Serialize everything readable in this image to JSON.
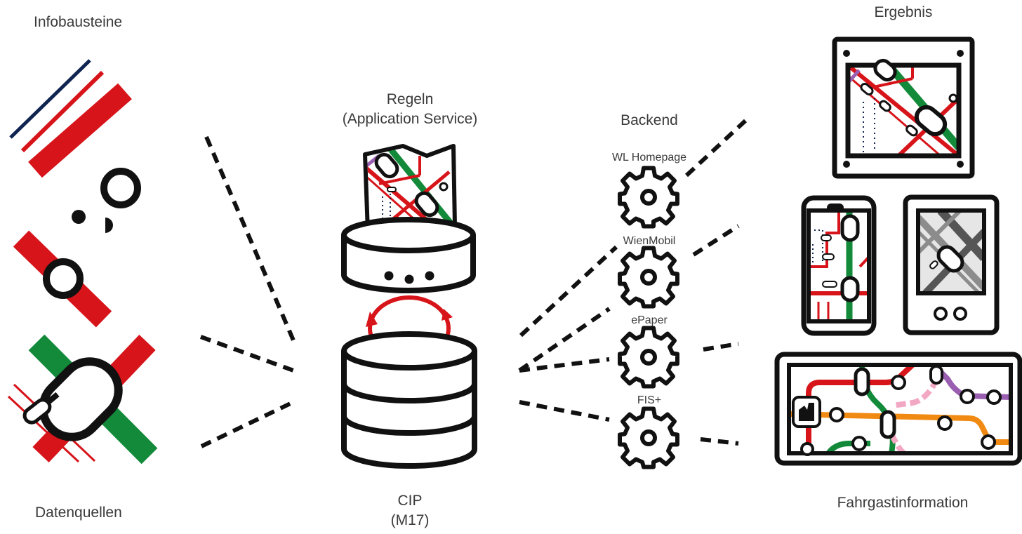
{
  "labels": {
    "infobausteine": "Infobausteine",
    "datenquellen": "Datenquellen",
    "regeln_line1": "Regeln",
    "regeln_line2": "(Application Service)",
    "cip_line1": "CIP",
    "cip_line2": "(M17)",
    "backend": "Backend",
    "ergebnis": "Ergebnis",
    "fahrgastinformation": "Fahrgastinformation"
  },
  "backends": [
    {
      "label": "WL Homepage"
    },
    {
      "label": "WienMobil"
    },
    {
      "label": "ePaper"
    },
    {
      "label": "FIS+"
    }
  ],
  "colors": {
    "red": "#d7141a",
    "green": "#128a3a",
    "navy": "#0f2450",
    "purple": "#9a5fb0",
    "orange": "#f08a12",
    "pink": "#f2a7c3",
    "black": "#111111",
    "gray": "#8c8c8c"
  },
  "icons": [
    "cog-icon",
    "database-icon",
    "map-icon",
    "refresh-cycle-icon",
    "monitor-icon",
    "smartphone-icon",
    "epaper-tablet-icon",
    "display-board-icon"
  ]
}
